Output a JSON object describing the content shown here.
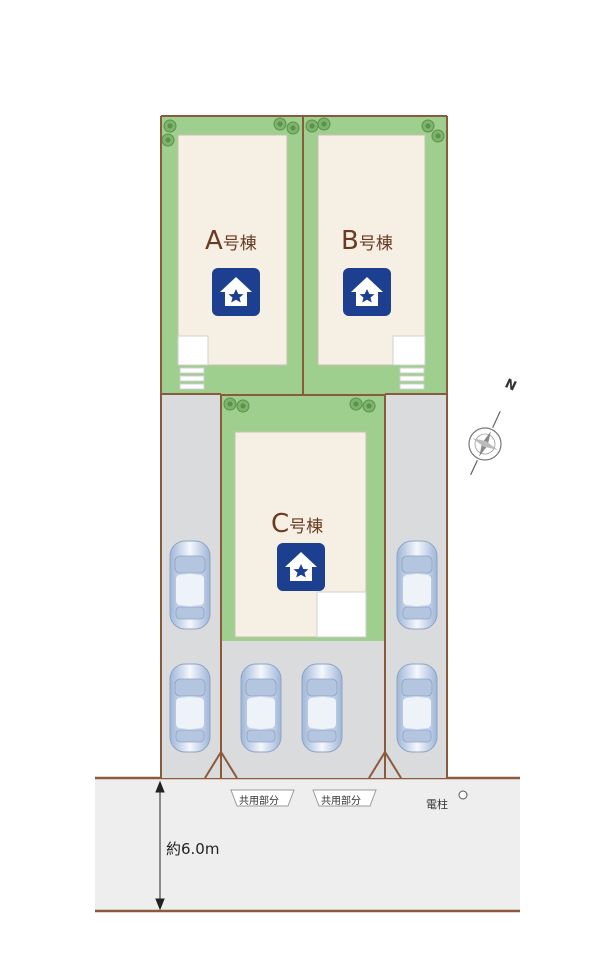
{
  "lots": [
    {
      "id": "A",
      "letter": "A",
      "suffix": "号棟"
    },
    {
      "id": "B",
      "letter": "B",
      "suffix": "号棟"
    },
    {
      "id": "C",
      "letter": "C",
      "suffix": "号棟"
    }
  ],
  "shared": [
    {
      "label": "共用部分"
    },
    {
      "label": "共用部分"
    }
  ],
  "pole_label": "電柱",
  "road_width": "約6.0m",
  "compass_label": "N",
  "icons": {
    "house": "house-star-icon",
    "car": "car-icon",
    "compass": "compass-icon"
  },
  "colors": {
    "lawn": "#9fcf8f",
    "house": "#f6f0e4",
    "boundary": "#8b5a3c",
    "paving": "#dadbdd",
    "road": "#eeeeef",
    "icon": "#1c3f8f"
  }
}
